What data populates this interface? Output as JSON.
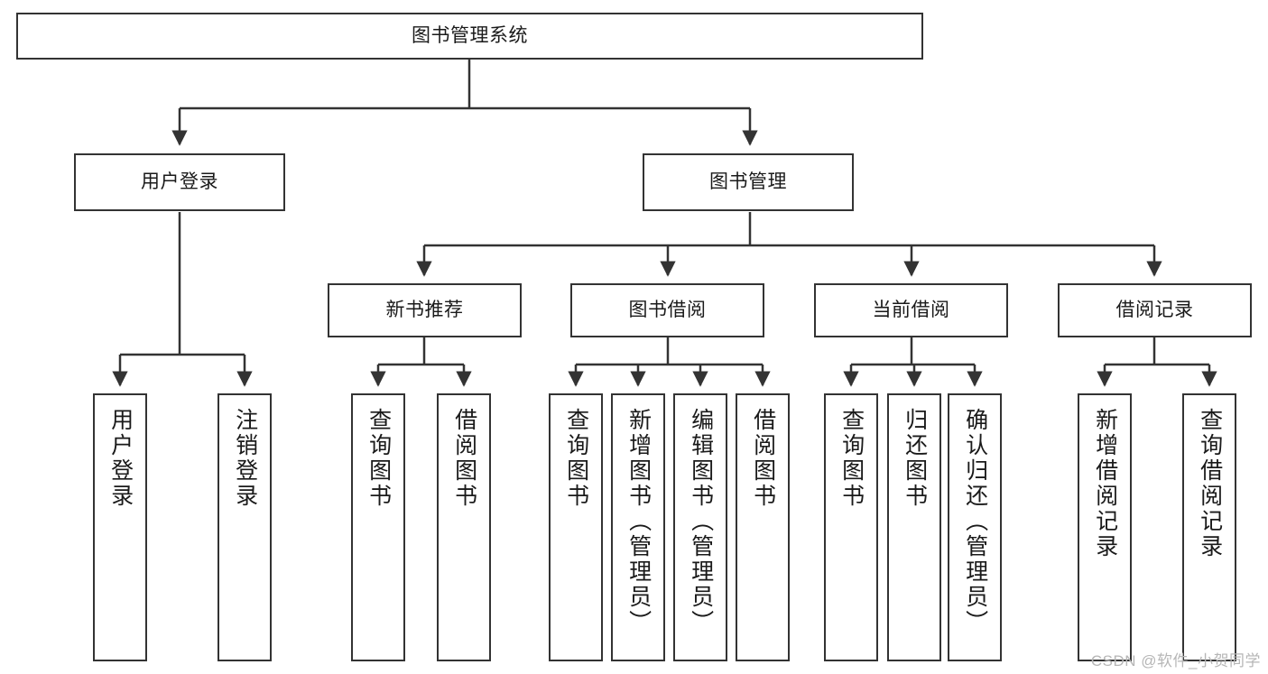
{
  "diagram": {
    "type": "tree",
    "title_node": {
      "id": "root",
      "label": "图书管理系统"
    },
    "level2": [
      {
        "id": "login",
        "label": "用户登录"
      },
      {
        "id": "bookmgmt",
        "label": "图书管理"
      }
    ],
    "level3": [
      {
        "id": "newbook",
        "label": "新书推荐",
        "parent": "bookmgmt"
      },
      {
        "id": "borrow",
        "label": "图书借阅",
        "parent": "bookmgmt"
      },
      {
        "id": "current",
        "label": "当前借阅",
        "parent": "bookmgmt"
      },
      {
        "id": "records",
        "label": "借阅记录",
        "parent": "bookmgmt"
      }
    ],
    "leaves": [
      {
        "id": "leaf-user-login",
        "label": "用户登录",
        "parent": "login"
      },
      {
        "id": "leaf-user-logout",
        "label": "注销登录",
        "parent": "login"
      },
      {
        "id": "leaf-query-book-1",
        "label": "查询图书",
        "parent": "newbook"
      },
      {
        "id": "leaf-borrow-book-1",
        "label": "借阅图书",
        "parent": "newbook"
      },
      {
        "id": "leaf-query-book-2",
        "label": "查询图书",
        "parent": "borrow"
      },
      {
        "id": "leaf-add-book",
        "label": "新增图书（管理员）",
        "parent": "borrow"
      },
      {
        "id": "leaf-edit-book",
        "label": "编辑图书（管理员）",
        "parent": "borrow"
      },
      {
        "id": "leaf-borrow-book-2",
        "label": "借阅图书",
        "parent": "borrow"
      },
      {
        "id": "leaf-query-book-3",
        "label": "查询图书",
        "parent": "current"
      },
      {
        "id": "leaf-return-book",
        "label": "归还图书",
        "parent": "current"
      },
      {
        "id": "leaf-confirm-return",
        "label": "确认归还（管理员）",
        "parent": "current"
      },
      {
        "id": "leaf-add-record",
        "label": "新增借阅记录",
        "parent": "records"
      },
      {
        "id": "leaf-query-record",
        "label": "查询借阅记录",
        "parent": "records"
      }
    ]
  },
  "watermark": {
    "text": "CSDN @软件_小贺同学"
  },
  "colors": {
    "border": "#333333",
    "text": "#1a1a1a",
    "background": "#ffffff",
    "watermark": "#b6b6b6"
  }
}
